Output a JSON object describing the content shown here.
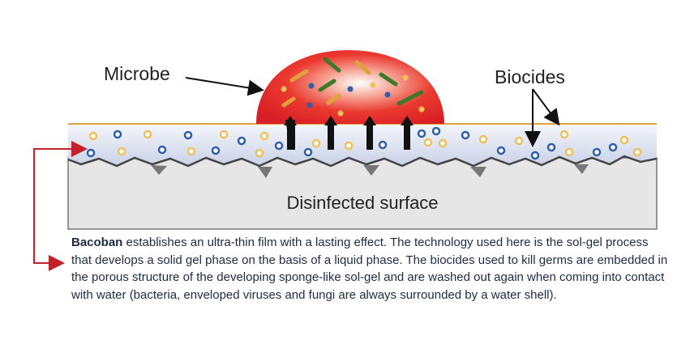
{
  "diagram": {
    "labels": {
      "microbe": "Microbe",
      "biocides": "Biocides",
      "surface": "Disinfected surface"
    }
  },
  "caption": {
    "brand": "Bacoban",
    "text": " establishes an ultra-thin film with a lasting effect. The technology used here is the sol-gel process that develops a solid gel phase on the basis of a liquid phase. The biocides used to kill germs are embedded in the porous structure of the developing sponge-like sol-gel and are washed out again when coming into contact with water (bacteria, enveloped viruses and fungi are always surrounded by a water shell)."
  },
  "colors": {
    "droplet": "#e8262b",
    "film_line": "#e0a23a",
    "film": "#dde3f0",
    "surface": "#e6e6e6",
    "pointer": "#c4202a",
    "biocide_blue": "#2f5fa8",
    "biocide_yellow": "#f0c05a"
  }
}
